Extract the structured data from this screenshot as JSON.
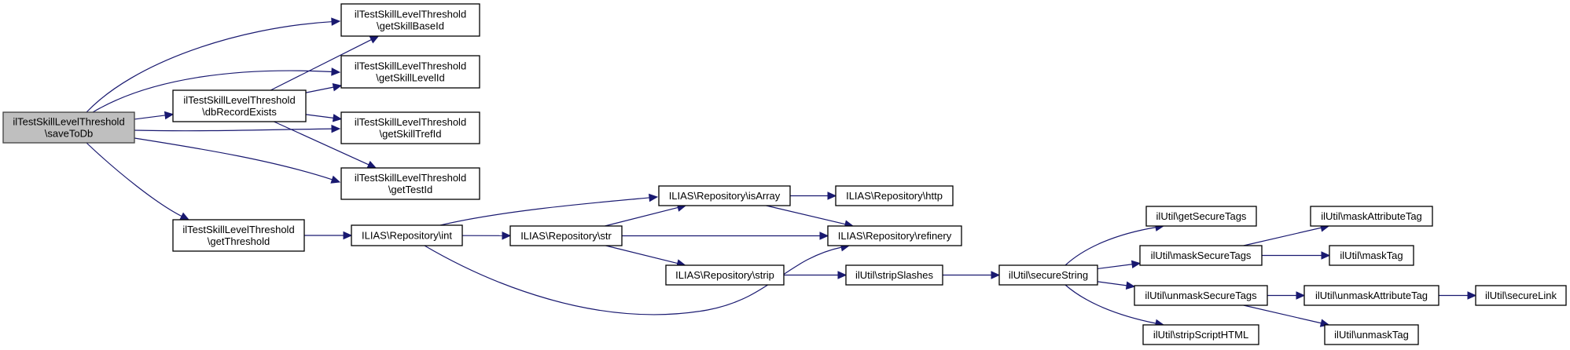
{
  "diagram": {
    "type": "call-graph",
    "nodes": [
      {
        "id": "saveToDb",
        "lines": [
          "ilTestSkillLevelThreshold",
          "\\saveToDb"
        ],
        "highlighted": true
      },
      {
        "id": "dbRecordExists",
        "lines": [
          "ilTestSkillLevelThreshold",
          "\\dbRecordExists"
        ]
      },
      {
        "id": "getThreshold",
        "lines": [
          "ilTestSkillLevelThreshold",
          "\\getThreshold"
        ]
      },
      {
        "id": "getSkillBaseId",
        "lines": [
          "ilTestSkillLevelThreshold",
          "\\getSkillBaseId"
        ]
      },
      {
        "id": "getSkillLevelId",
        "lines": [
          "ilTestSkillLevelThreshold",
          "\\getSkillLevelId"
        ]
      },
      {
        "id": "getSkillTrefId",
        "lines": [
          "ilTestSkillLevelThreshold",
          "\\getSkillTrefId"
        ]
      },
      {
        "id": "getTestId",
        "lines": [
          "ilTestSkillLevelThreshold",
          "\\getTestId"
        ]
      },
      {
        "id": "int",
        "lines": [
          "ILIAS\\Repository\\int"
        ]
      },
      {
        "id": "str",
        "lines": [
          "ILIAS\\Repository\\str"
        ]
      },
      {
        "id": "isArray",
        "lines": [
          "ILIAS\\Repository\\isArray"
        ]
      },
      {
        "id": "http",
        "lines": [
          "ILIAS\\Repository\\http"
        ]
      },
      {
        "id": "refinery",
        "lines": [
          "ILIAS\\Repository\\refinery"
        ]
      },
      {
        "id": "strip",
        "lines": [
          "ILIAS\\Repository\\strip"
        ]
      },
      {
        "id": "stripSlashes",
        "lines": [
          "ilUtil\\stripSlashes"
        ]
      },
      {
        "id": "secureString",
        "lines": [
          "ilUtil\\secureString"
        ]
      },
      {
        "id": "getSecureTags",
        "lines": [
          "ilUtil\\getSecureTags"
        ]
      },
      {
        "id": "maskSecureTags",
        "lines": [
          "ilUtil\\maskSecureTags"
        ]
      },
      {
        "id": "unmaskSecureTags",
        "lines": [
          "ilUtil\\unmaskSecureTags"
        ]
      },
      {
        "id": "stripScriptHTML",
        "lines": [
          "ilUtil\\stripScriptHTML"
        ]
      },
      {
        "id": "maskAttributeTag",
        "lines": [
          "ilUtil\\maskAttributeTag"
        ]
      },
      {
        "id": "maskTag",
        "lines": [
          "ilUtil\\maskTag"
        ]
      },
      {
        "id": "unmaskAttributeTag",
        "lines": [
          "ilUtil\\unmaskAttributeTag"
        ]
      },
      {
        "id": "secureLink",
        "lines": [
          "ilUtil\\secureLink"
        ]
      },
      {
        "id": "unmaskTag",
        "lines": [
          "ilUtil\\unmaskTag"
        ]
      }
    ],
    "edges": [
      [
        "saveToDb",
        "getSkillBaseId"
      ],
      [
        "saveToDb",
        "getSkillLevelId"
      ],
      [
        "saveToDb",
        "dbRecordExists"
      ],
      [
        "saveToDb",
        "getSkillTrefId"
      ],
      [
        "saveToDb",
        "getTestId"
      ],
      [
        "saveToDb",
        "getThreshold"
      ],
      [
        "dbRecordExists",
        "getSkillBaseId"
      ],
      [
        "dbRecordExists",
        "getSkillLevelId"
      ],
      [
        "dbRecordExists",
        "getSkillTrefId"
      ],
      [
        "dbRecordExists",
        "getTestId"
      ],
      [
        "getThreshold",
        "int"
      ],
      [
        "int",
        "isArray"
      ],
      [
        "int",
        "str"
      ],
      [
        "int",
        "refinery"
      ],
      [
        "str",
        "isArray"
      ],
      [
        "str",
        "refinery"
      ],
      [
        "str",
        "strip"
      ],
      [
        "isArray",
        "http"
      ],
      [
        "isArray",
        "refinery"
      ],
      [
        "strip",
        "stripSlashes"
      ],
      [
        "stripSlashes",
        "secureString"
      ],
      [
        "secureString",
        "getSecureTags"
      ],
      [
        "secureString",
        "maskSecureTags"
      ],
      [
        "secureString",
        "unmaskSecureTags"
      ],
      [
        "secureString",
        "stripScriptHTML"
      ],
      [
        "maskSecureTags",
        "maskAttributeTag"
      ],
      [
        "maskSecureTags",
        "maskTag"
      ],
      [
        "unmaskSecureTags",
        "unmaskAttributeTag"
      ],
      [
        "unmaskSecureTags",
        "unmaskTag"
      ],
      [
        "unmaskAttributeTag",
        "secureLink"
      ]
    ],
    "colors": {
      "edge": "#191970",
      "root_fill": "#bfbfbf",
      "node_fill": "#ffffff"
    }
  }
}
